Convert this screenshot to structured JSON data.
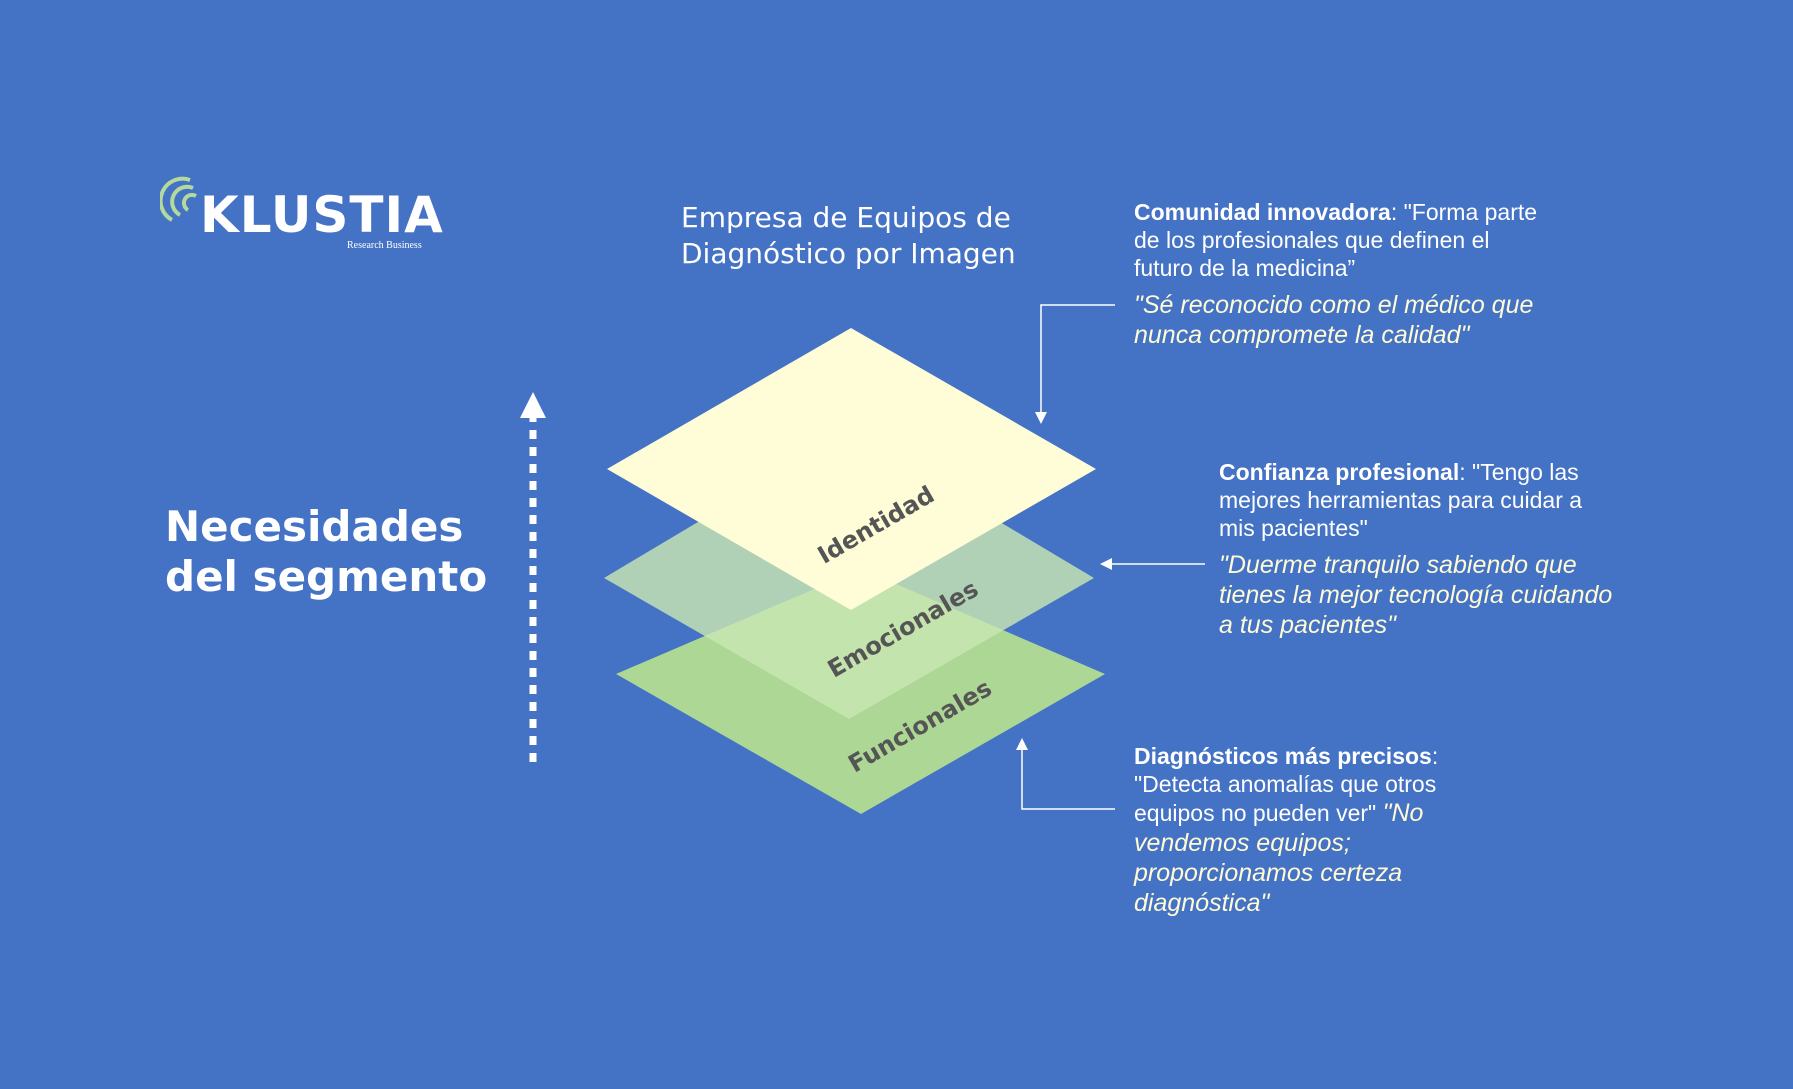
{
  "logo": {
    "name": "KLUSTIA",
    "tagline": "Research Business"
  },
  "heading": "Empresa de Equipos de Diagnóstico por Imagen",
  "side_title": "Necesidades del segmento",
  "layers": [
    {
      "label": "Funcionales",
      "color": "#acd795"
    },
    {
      "label": "Emocionales",
      "color": "#c9e6b3"
    },
    {
      "label": "Identidad",
      "color": "#fffdd8"
    }
  ],
  "callouts": {
    "identity": {
      "title": "Comunidad innovadora",
      "text": ": \"Forma parte de los profesionales que definen el futuro de la medicina”",
      "quote": "\"Sé reconocido como el médico que nunca compromete la calidad\""
    },
    "emotional": {
      "title": "Confianza profesional",
      "text": ": \"Tengo las mejores herramientas para cuidar a mis pacientes\"",
      "quote": "\"Duerme tranquilo sabiendo que tienes la mejor tecnología cuidando a tus pacientes\""
    },
    "functional": {
      "title": "Diagnósticos más precisos",
      "text": ": \"Detecta anomalías que otros equipos no pueden ver\" ",
      "quote": "\"No vendemos equipos; proporcionamos certeza diagnóstica\""
    }
  },
  "colors": {
    "background": "#4472c4",
    "text": "#ffffff",
    "quote": "#fffbd6",
    "layer_label": "#555555",
    "logo_accent": "#b5d99c"
  }
}
